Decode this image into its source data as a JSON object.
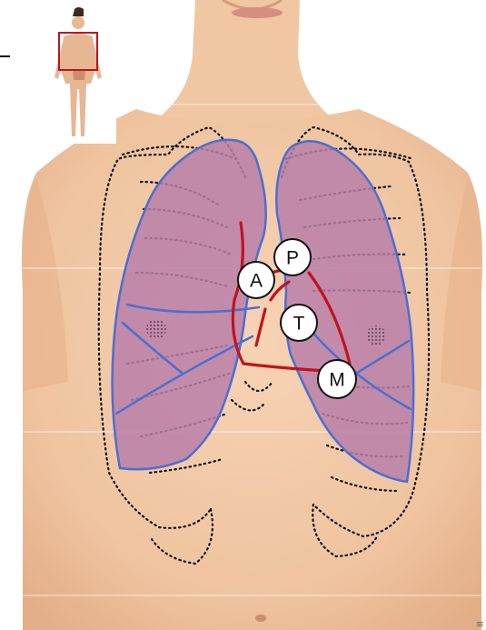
{
  "figure": {
    "markers": [
      {
        "id": "aortic",
        "letter": "A"
      },
      {
        "id": "pulmonic",
        "letter": "P"
      },
      {
        "id": "tricuspid",
        "letter": "T"
      },
      {
        "id": "mitral",
        "letter": "M"
      }
    ],
    "edge_glyph": "≡"
  },
  "colors": {
    "background": "#ffffff",
    "skin": "#f2c9a6",
    "skin_shadow": "#e3b08b",
    "lung_fill": "#b97fa8",
    "lung_outline": "#4a6fd1",
    "heart_outline": "#c1121f",
    "pleura_dots": "#111111",
    "thumbnail_box": "#c1121f",
    "marker_fill": "#ffffff",
    "marker_stroke": "#111111"
  },
  "icons": {
    "thumbnail": "full-body-figure-icon",
    "lesion": "nodule-icon"
  }
}
